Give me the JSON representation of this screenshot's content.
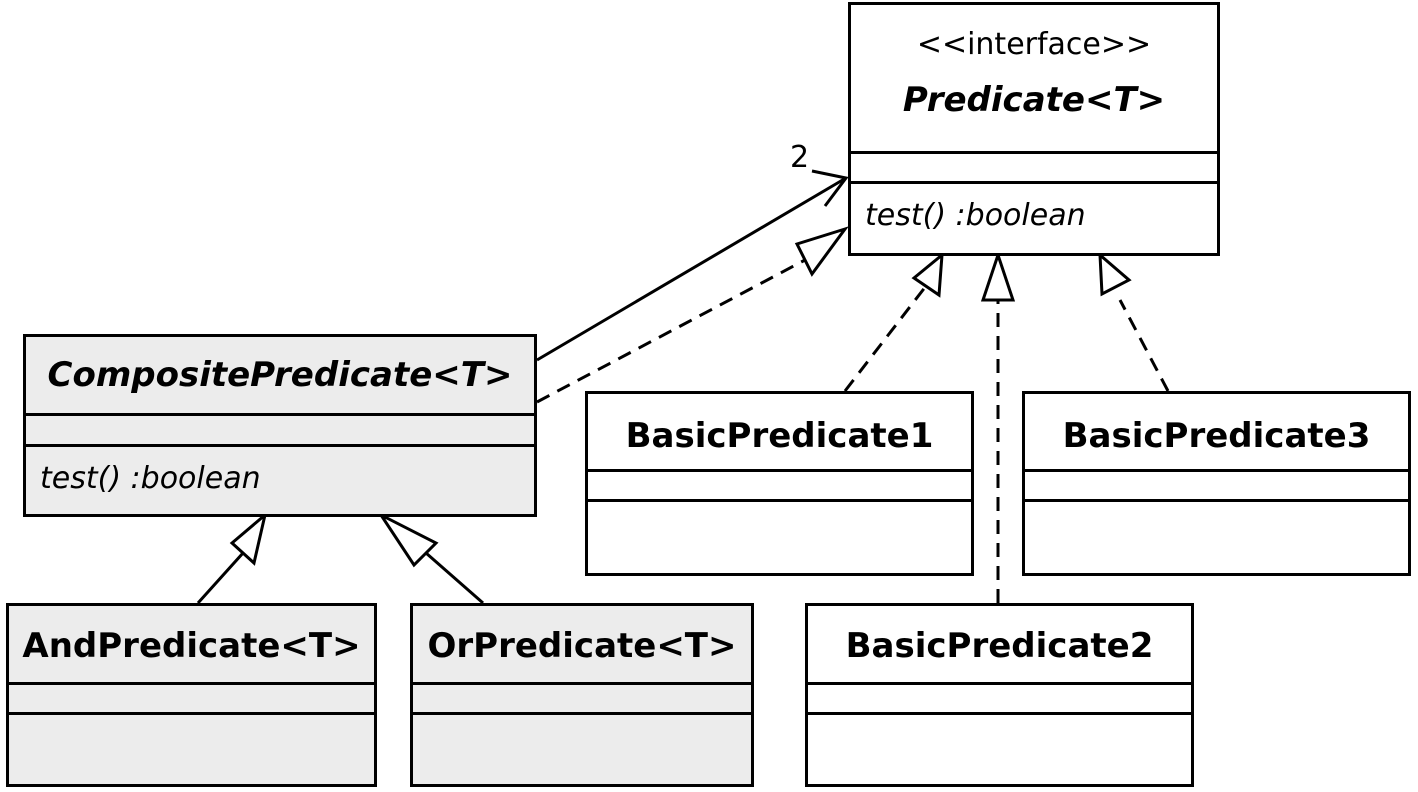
{
  "classes": {
    "predicate": {
      "stereotype": "<<interface>>",
      "name": "Predicate<T>",
      "operation": "test() :boolean"
    },
    "composite": {
      "name": "CompositePredicate<T>",
      "operation": "test() :boolean"
    },
    "basic1": {
      "name": "BasicPredicate1"
    },
    "basic2": {
      "name": "BasicPredicate2"
    },
    "basic3": {
      "name": "BasicPredicate3"
    },
    "and": {
      "name": "AndPredicate<T>"
    },
    "or": {
      "name": "OrPredicate<T>"
    }
  },
  "relationships": {
    "aggregation_multiplicity": "2"
  },
  "colors": {
    "abstract_fill": "#ececec",
    "concrete_fill": "#ffffff",
    "line": "#000000"
  }
}
